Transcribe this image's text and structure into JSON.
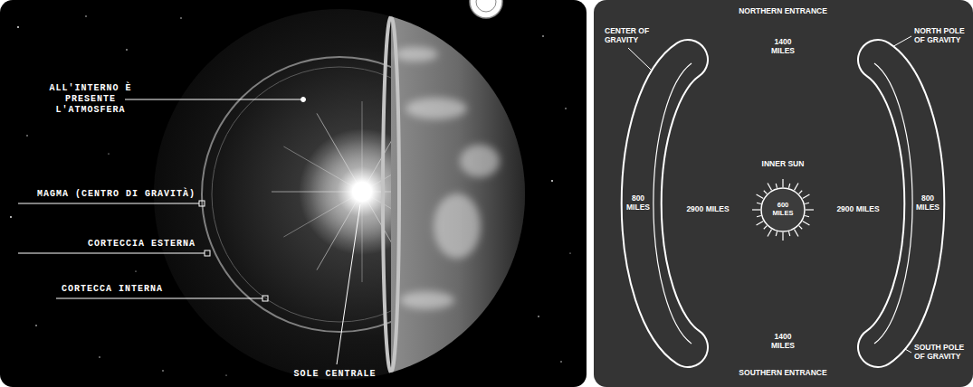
{
  "diagram": {
    "nodes": [
      {
        "text": [
          "800 MILES"
        ]
      },
      {
        "text": [
          "INNER SUN",
          "600 MILES"
        ]
      },
      {
        "text": [
          "800 MILES"
        ]
      }
    ],
    "labels": [
      "ALL'INTERNO È PRESENTE L'ATMOSFERA",
      "MAGMA (CENTRO DI GRAVITÀ)",
      "CORTECCIA ESTERNA",
      "CORTECCA INTERNA",
      "SOLE CENTRALE",
      "NORTHERN ENTRANCE",
      "1400 MILES",
      "CENTER OF GRAVITY",
      "NORTH POLE OF GRAVITY",
      "2900 MILES",
      "2900 MILES",
      "1400 MILES",
      "SOUTH POLE OF GRAVITY",
      "SOUTHERN ENTRANCE"
    ]
  }
}
